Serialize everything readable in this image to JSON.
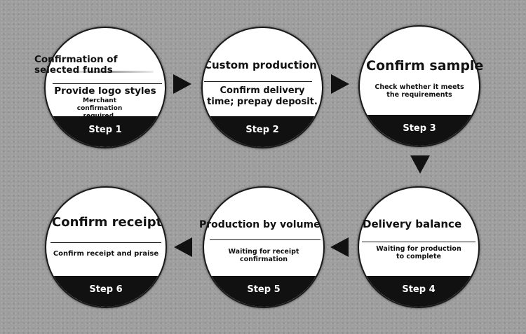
{
  "steps": [
    {
      "step_label": "Step 1",
      "title": "Confirmation of selected funds",
      "subtitle": "Provide logo styles",
      "note": "Merchant confirmation required."
    },
    {
      "step_label": "Step 2",
      "title": "Custom production",
      "subtitle": "Confirm delivery time; prepay deposit.",
      "note": ""
    },
    {
      "step_label": "Step 3",
      "title": "Confirm sample",
      "subtitle": "",
      "note": "Check whether it meets the requirements"
    },
    {
      "step_label": "Step 4",
      "title": "Delivery balance",
      "subtitle": "",
      "note": "Waiting for production to complete"
    },
    {
      "step_label": "Step 5",
      "title": "Production by volume",
      "subtitle": "",
      "note": "Waiting for receipt confirmation"
    },
    {
      "step_label": "Step 6",
      "title": "Confirm receipt",
      "subtitle": "",
      "note": "Confirm receipt and praise"
    }
  ],
  "colors": {
    "background": "#9e9e9e",
    "circle_fill": "#ffffff",
    "band": "#111111",
    "arrow": "#111111"
  },
  "icons": {
    "flow_arrow": "triangle-arrow-icon"
  }
}
